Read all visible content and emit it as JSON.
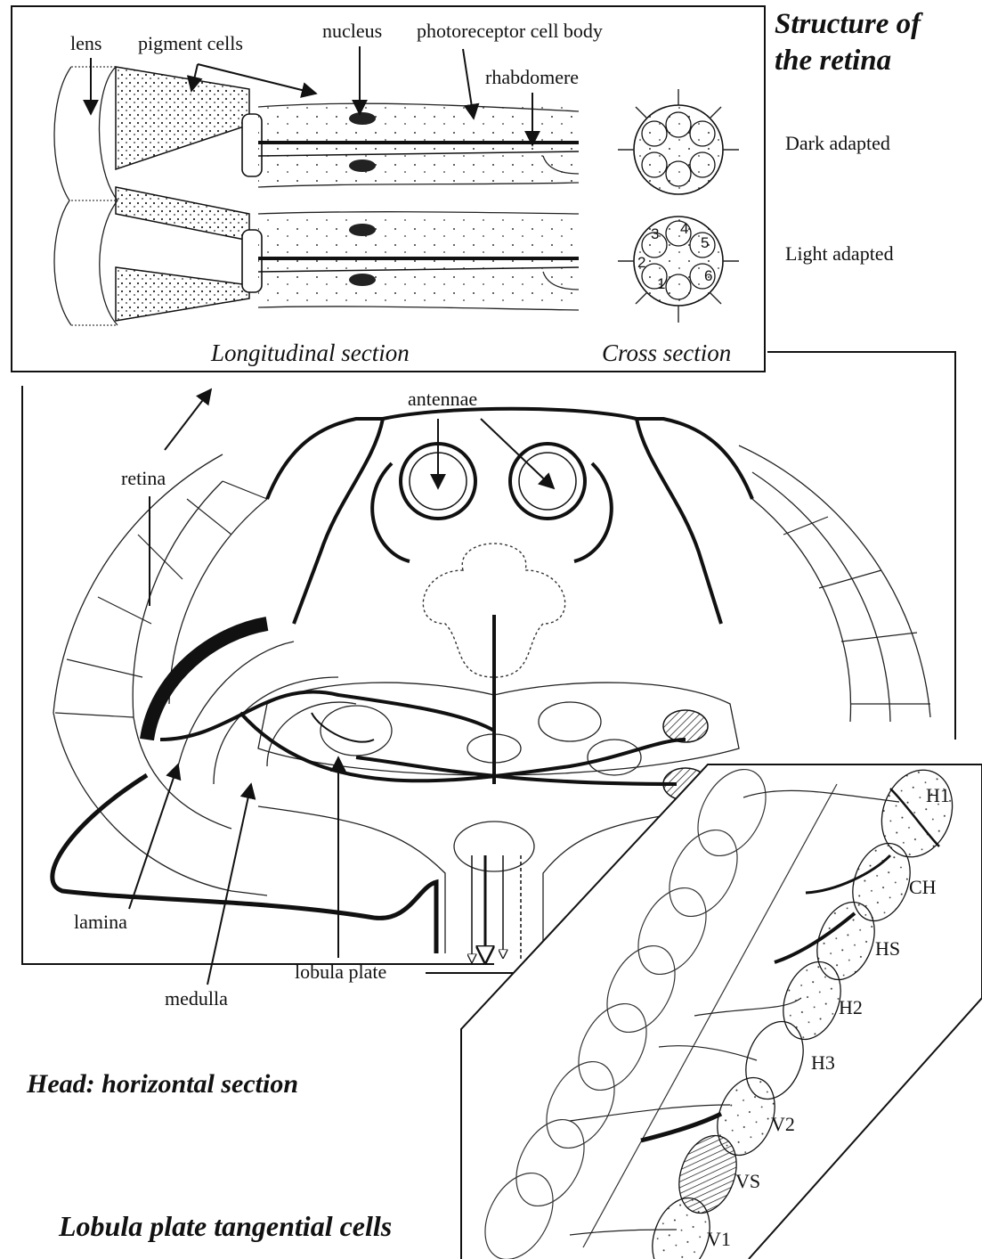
{
  "retina": {
    "title_line1": "Structure of",
    "title_line2": "the retina",
    "labels": {
      "lens": "lens",
      "pigment_cells": "pigment cells",
      "nucleus": "nucleus",
      "photoreceptor_cell_body": "photoreceptor cell body",
      "rhabdomere": "rhabdomere"
    },
    "states": {
      "dark": "Dark adapted",
      "light": "Light adapted"
    },
    "rhabdomere_numbers": [
      "1",
      "2",
      "3",
      "4",
      "5",
      "6"
    ],
    "longitudinal_caption": "Longitudinal section",
    "cross_caption": "Cross section"
  },
  "head": {
    "title": "Head: horizontal section",
    "labels": {
      "antennae": "antennae",
      "retina": "retina",
      "lamina": "lamina",
      "medulla": "medulla",
      "lobula_plate": "lobula plate"
    }
  },
  "lobula": {
    "title": "Lobula plate tangential cells",
    "cells": [
      "H1",
      "CH",
      "HS",
      "H2",
      "H3",
      "V2",
      "VS",
      "V1"
    ]
  }
}
